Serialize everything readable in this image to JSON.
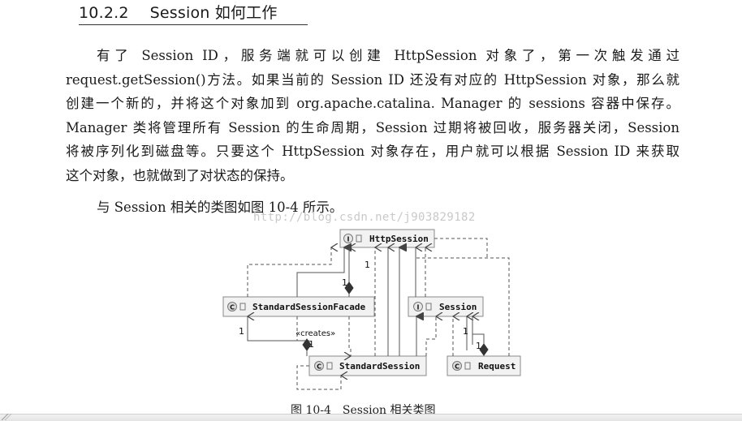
{
  "section": {
    "number": "10.2.2",
    "title": "Session 如何工作"
  },
  "paragraph": {
    "lines": [
      "有了 Session ID，服务端就可以创建 HttpSession 对象了，第一次触发通过",
      "request.getSession()方法。如果当前的 Session ID 还没有对应的 HttpSession 对象，那么就",
      "创建一个新的，并将这个对象加到 org.apache.catalina. Manager 的 sessions 容器中保存。",
      "Manager 类将管理所有 Session 的生命周期，Session 过期将被回收，服务器关闭，Session",
      "将被序列化到磁盘等。只要这个 HttpSession 对象存在，用户就可以根据 Session ID 来获取",
      "这个对象，也就做到了对状态的保持。"
    ]
  },
  "figure_ref": "与 Session 相关的类图如图 10-4 所示。",
  "watermark": "http://blog.csdn.net/j903829182",
  "diagram": {
    "classes": {
      "http_session": {
        "label": "HttpSession",
        "kind": "I"
      },
      "facade": {
        "label": "StandardSessionFacade",
        "kind": "C"
      },
      "session": {
        "label": "Session",
        "kind": "I"
      },
      "standard_session": {
        "label": "StandardSession",
        "kind": "C"
      },
      "request": {
        "label": "Request",
        "kind": "C"
      }
    },
    "labels": {
      "m1": "1",
      "m2": "1",
      "m3": "1",
      "m4": "1",
      "m5": "1",
      "m6": "1",
      "creates": "«creates»"
    }
  },
  "caption": "图 10-4　Session 相关类图",
  "colors": {
    "class_box_fill": "#f2f2f2",
    "class_box_border": "#8a8a8a",
    "interface_badge": "#e6e6e6",
    "class_badge": "#d9d9d9",
    "line": "#555555"
  }
}
